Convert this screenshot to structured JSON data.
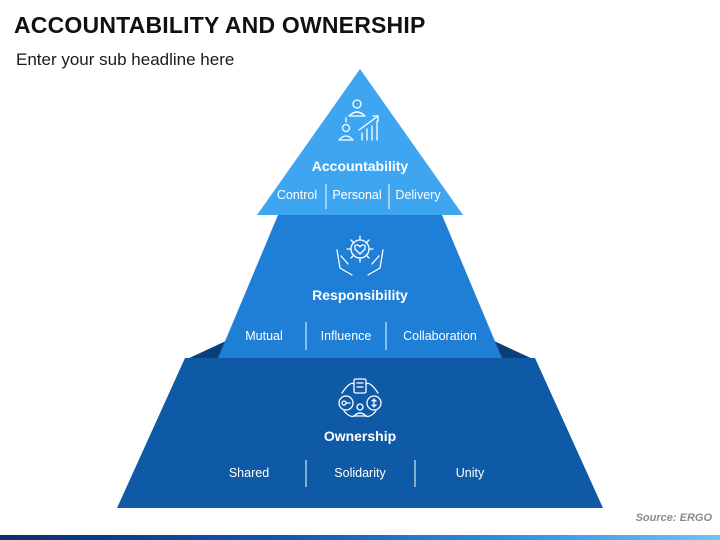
{
  "title": "ACCOUNTABILITY AND OWNERSHIP",
  "subtitle": "Enter your sub headline here",
  "source": "Source: ERGO",
  "colors": {
    "top": "#3ea6f1",
    "middle": "#1f7fd6",
    "bottom": "#0f5aa6",
    "shadow": "#0b3f78"
  },
  "tiers": [
    {
      "label": "Accountability",
      "icon": "person-growth-chart-icon",
      "items": [
        "Control",
        "Personal",
        "Delivery"
      ]
    },
    {
      "label": "Responsibility",
      "icon": "hands-heart-gear-icon",
      "items": [
        "Mutual",
        "Influence",
        "Collaboration"
      ]
    },
    {
      "label": "Ownership",
      "icon": "ownership-network-icon",
      "items": [
        "Shared",
        "Solidarity",
        "Unity"
      ]
    }
  ]
}
